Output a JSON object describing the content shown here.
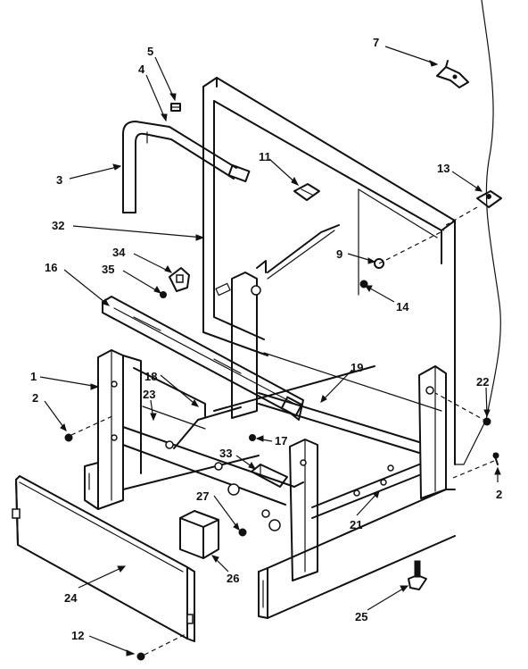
{
  "callouts": [
    {
      "id": "c5",
      "text": "5"
    },
    {
      "id": "c4",
      "text": "4"
    },
    {
      "id": "c7",
      "text": "7"
    },
    {
      "id": "c3",
      "text": "3"
    },
    {
      "id": "c11",
      "text": "11"
    },
    {
      "id": "c13",
      "text": "13"
    },
    {
      "id": "c32",
      "text": "32"
    },
    {
      "id": "c34",
      "text": "34"
    },
    {
      "id": "c9",
      "text": "9"
    },
    {
      "id": "c35",
      "text": "35"
    },
    {
      "id": "c16",
      "text": "16"
    },
    {
      "id": "c14",
      "text": "14"
    },
    {
      "id": "c1",
      "text": "1"
    },
    {
      "id": "c18",
      "text": "18"
    },
    {
      "id": "c19",
      "text": "19"
    },
    {
      "id": "c22",
      "text": "22"
    },
    {
      "id": "c23",
      "text": "23"
    },
    {
      "id": "c2a",
      "text": "2"
    },
    {
      "id": "c17",
      "text": "17"
    },
    {
      "id": "c33",
      "text": "33"
    },
    {
      "id": "c2b",
      "text": "2"
    },
    {
      "id": "c27",
      "text": "27"
    },
    {
      "id": "c21",
      "text": "21"
    },
    {
      "id": "c24",
      "text": "24"
    },
    {
      "id": "c26",
      "text": "26"
    },
    {
      "id": "c25",
      "text": "25"
    },
    {
      "id": "c12",
      "text": "12"
    }
  ]
}
